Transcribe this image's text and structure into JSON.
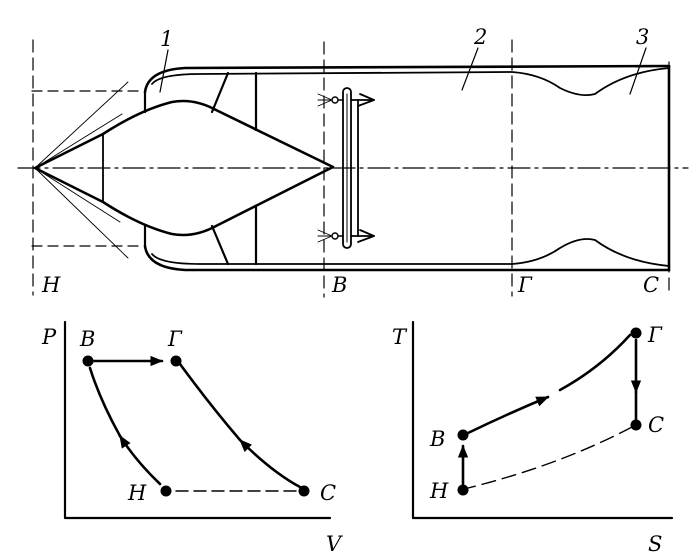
{
  "engine": {
    "section_numbers": [
      "1",
      "2",
      "3"
    ],
    "station_labels": [
      "Н",
      "В",
      "Г",
      "С"
    ]
  },
  "pv_diagram": {
    "y_axis": "P",
    "x_axis": "V",
    "points": [
      "В",
      "Г",
      "С",
      "Н"
    ]
  },
  "ts_diagram": {
    "y_axis": "T",
    "x_axis": "S",
    "points": [
      "Г",
      "С",
      "В",
      "Н"
    ]
  }
}
